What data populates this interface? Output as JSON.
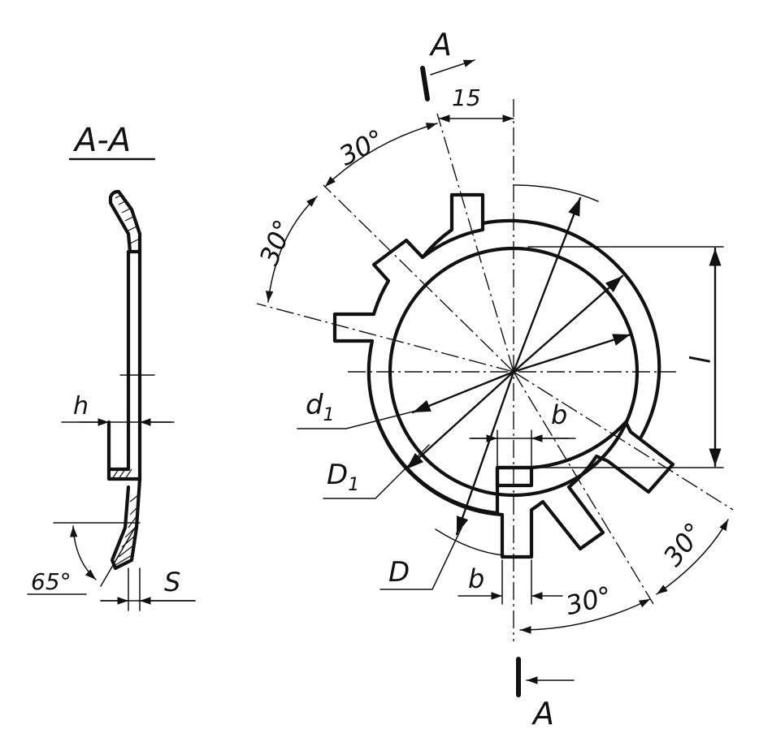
{
  "section": {
    "title": "A-A",
    "cut_label_top": "A",
    "cut_label_bottom": "A"
  },
  "labels": {
    "h": "h",
    "s": "S",
    "angle_lip": "65°",
    "d1": "d",
    "d1_sub": "1",
    "D1": "D",
    "D1_sub": "1",
    "D": "D",
    "b_top": "b",
    "b_bottom": "b",
    "l": "l",
    "offset_15": "15",
    "angle_top": "30°",
    "angle_upper_left": "30°",
    "angle_lower": "30°",
    "angle_lower_right": "30°"
  }
}
